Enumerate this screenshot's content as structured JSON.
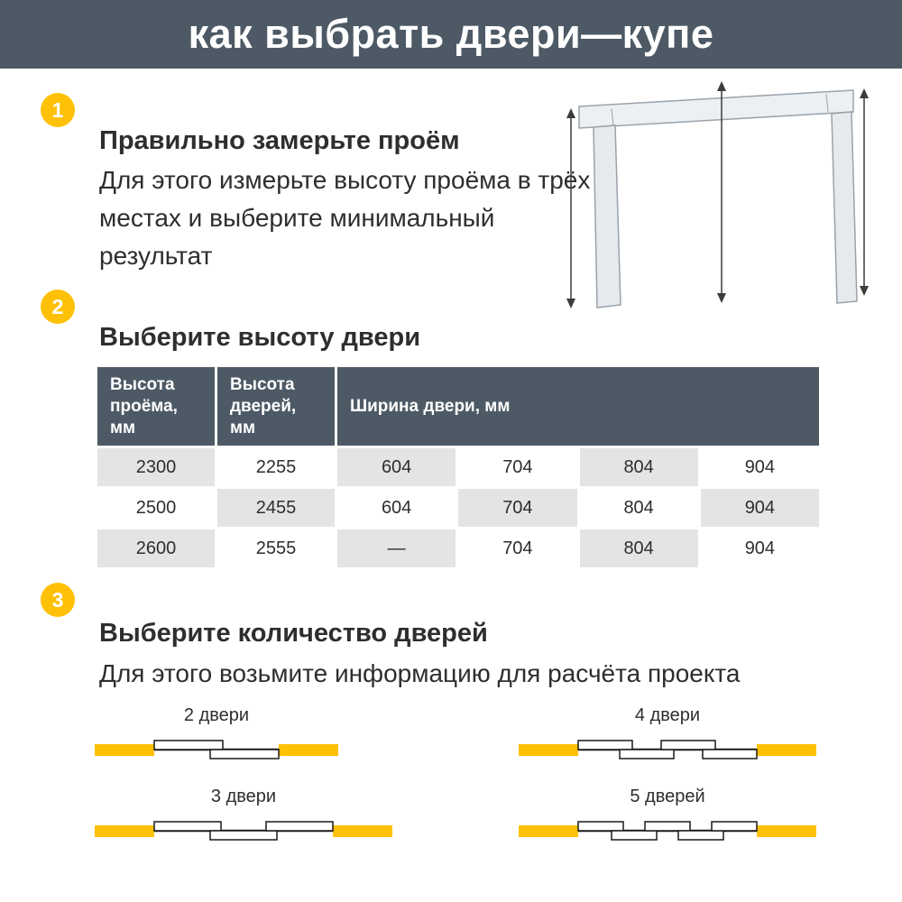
{
  "colors": {
    "header_bg": "#4d5a66",
    "accent_yellow": "#ffc107",
    "cell_gray": "#e4e4e4",
    "text_dark": "#2e2e2e"
  },
  "header": {
    "title": "как выбрать двери—купе"
  },
  "steps": [
    {
      "number": "1",
      "title": "Правильно замерьте проём",
      "text": "Для этого измерьте высоту проёма в трёх местах и выберите минимальный результат"
    },
    {
      "number": "2",
      "title": "Выберите высоту двери"
    },
    {
      "number": "3",
      "title": "Выберите количество дверей",
      "text": "Для этого возьмите информацию для расчёта проекта"
    }
  ],
  "table": {
    "headers": [
      "Высота проёма, мм",
      "Высота дверей, мм",
      "Ширина двери, мм"
    ],
    "rows": [
      [
        "2300",
        "2255",
        "604",
        "704",
        "804",
        "904"
      ],
      [
        "2500",
        "2455",
        "604",
        "704",
        "804",
        "904"
      ],
      [
        "2600",
        "2555",
        "—",
        "704",
        "804",
        "904"
      ]
    ]
  },
  "diagrams": [
    {
      "label": "2 двери",
      "doors": 2
    },
    {
      "label": "4 двери",
      "doors": 4
    },
    {
      "label": "3 двери",
      "doors": 3
    },
    {
      "label": "5 дверей",
      "doors": 5
    }
  ]
}
